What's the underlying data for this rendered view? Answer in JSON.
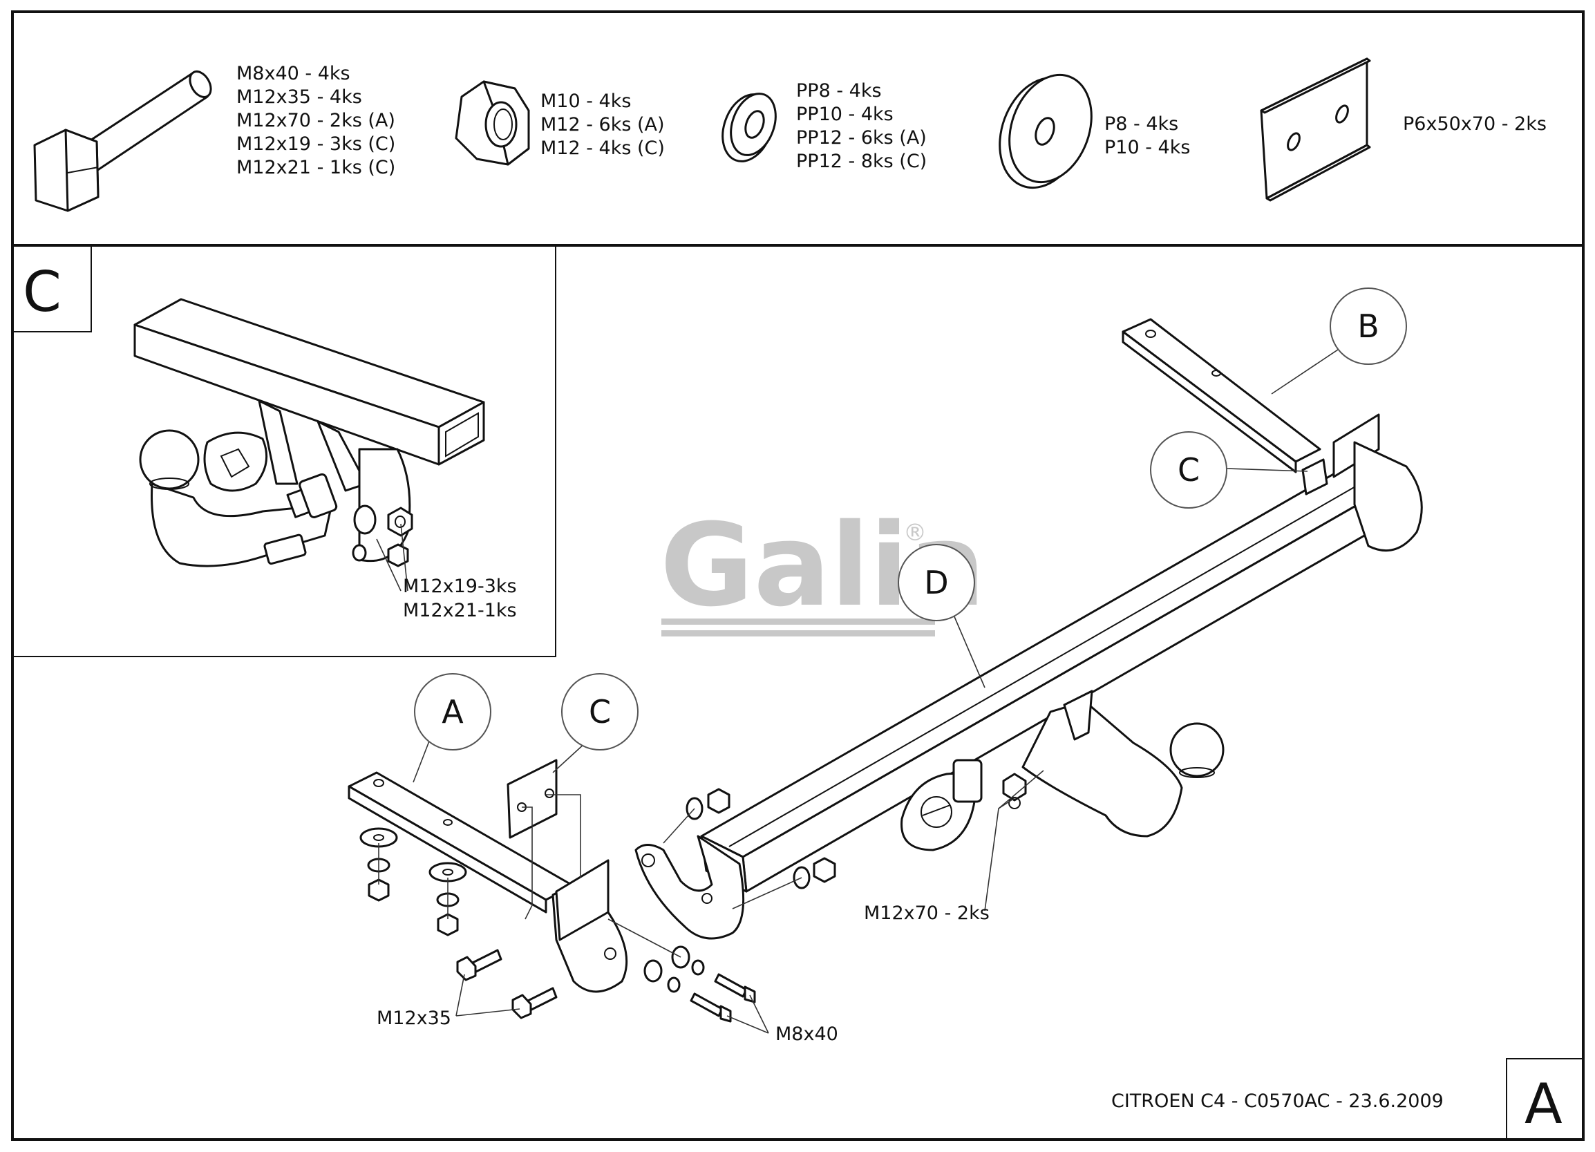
{
  "parts_list": {
    "bolt": [
      "M8x40 - 4ks",
      "M12x35 - 4ks",
      "M12x70 - 2ks (A)",
      "M12x19 - 3ks (C)",
      "M12x21 - 1ks (C)"
    ],
    "nut": [
      "M10 - 4ks",
      "M12 - 6ks (A)",
      "M12 - 4ks (C)"
    ],
    "spring_washer": [
      "PP8 - 4ks",
      "PP10 - 4ks",
      "PP12 - 6ks (A)",
      "PP12 - 8ks (C)"
    ],
    "flat_washer": [
      "P8 - 4ks",
      "P10 - 4ks"
    ],
    "plate": [
      "P6x50x70 - 2ks"
    ]
  },
  "detail_c": {
    "box_label": "C",
    "bolt_labels": [
      "M12x19-3ks",
      "M12x21-1ks"
    ]
  },
  "callouts": {
    "a": "A",
    "b": "B",
    "c_plate": "C",
    "c_bracket": "C",
    "d": "D"
  },
  "assembly_labels": {
    "m12x70": "M12x70 - 2ks",
    "m12x35": "M12x35",
    "m8x40": "M8x40"
  },
  "watermark": {
    "text": "Galia",
    "registered": "®"
  },
  "title_block": {
    "caption": "CITROEN C4 - C0570AC - 23.6.2009",
    "sheet_letter": "A"
  }
}
